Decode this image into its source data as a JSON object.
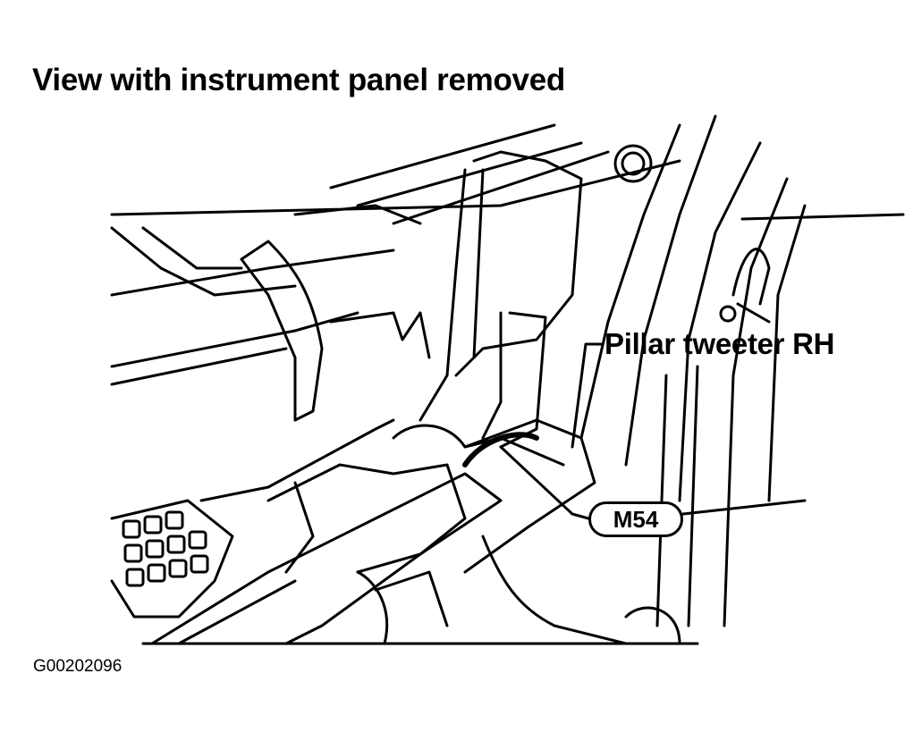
{
  "title": "View with instrument panel removed",
  "labels": {
    "component": "Pillar tweeter RH",
    "connector": "M54"
  },
  "figure_id": "G00202096"
}
